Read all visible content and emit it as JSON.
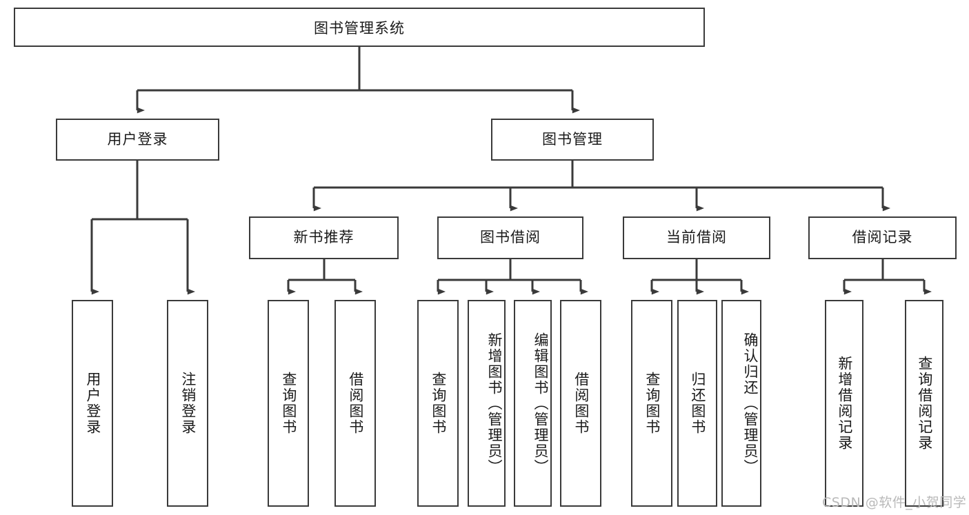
{
  "diagram": {
    "title": "图书管理系统",
    "style": {
      "box_border_color": "#3a3a3a",
      "box_fill_color": "#ffffff",
      "edge_color": "#3a3a3a",
      "text_color": "#1a1a1a",
      "background_color": "#ffffff",
      "watermark_color": "#b9b9b9"
    },
    "root": {
      "label": "图书管理系统"
    },
    "level2": [
      {
        "label": "用户登录"
      },
      {
        "label": "图书管理"
      }
    ],
    "level3": [
      {
        "label": "新书推荐"
      },
      {
        "label": "图书借阅"
      },
      {
        "label": "当前借阅"
      },
      {
        "label": "借阅记录"
      }
    ],
    "leaves": {
      "user_login": [
        {
          "label": "用户登录"
        },
        {
          "label": "注销登录"
        }
      ],
      "new_book_recommend": [
        {
          "label": "查询图书"
        },
        {
          "label": "借阅图书"
        }
      ],
      "book_borrow": [
        {
          "label": "查询图书"
        },
        {
          "label": "新增图书（管理员）"
        },
        {
          "label": "编辑图书（管理员）"
        },
        {
          "label": "借阅图书"
        }
      ],
      "current_borrow": [
        {
          "label": "查询图书"
        },
        {
          "label": "归还图书"
        },
        {
          "label": "确认归还（管理员）"
        }
      ],
      "borrow_record": [
        {
          "label": "新增借阅记录"
        },
        {
          "label": "查询借阅记录"
        }
      ]
    }
  },
  "watermark": {
    "text": "CSDN @软件_小贺同学"
  }
}
